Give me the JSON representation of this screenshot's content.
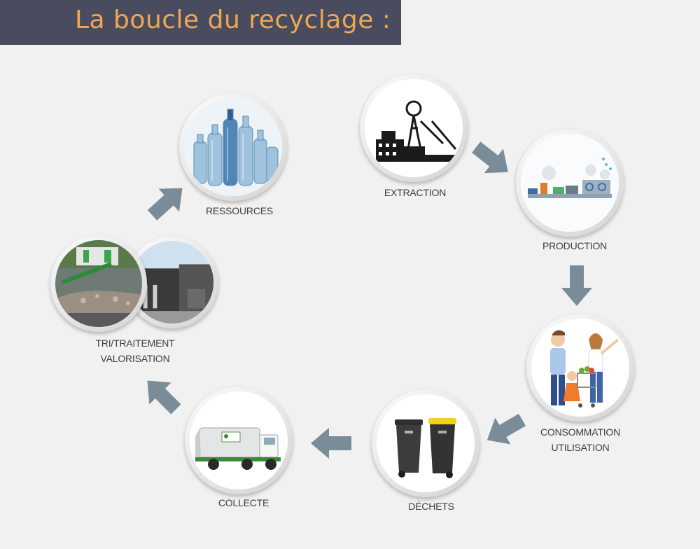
{
  "title": "La boucle du recyclage :",
  "colors": {
    "banner_bg": "#484c5e",
    "title_text": "#f0a652",
    "arrow": "#7a8c98",
    "background": "#f1f1f1"
  },
  "steps": [
    {
      "id": "ressources",
      "line1": "RESSOURCES",
      "line2": "",
      "image": "plastic-bottles"
    },
    {
      "id": "extraction",
      "line1": "EXTRACTION",
      "line2": "",
      "image": "mine-headframe"
    },
    {
      "id": "production",
      "line1": "PRODUCTION",
      "line2": "",
      "image": "factory-line"
    },
    {
      "id": "consommation",
      "line1": "CONSOMMATION",
      "line2": "UTILISATION",
      "image": "family-shopping"
    },
    {
      "id": "dechets",
      "line1": "DÉCHETS",
      "line2": "",
      "image": "waste-bins"
    },
    {
      "id": "collecte",
      "line1": "COLLECTE",
      "line2": "",
      "image": "garbage-truck"
    },
    {
      "id": "tri",
      "line1": "TRI/TRAITEMENT",
      "line2": "VALORISATION",
      "image": "sorting-plant"
    }
  ]
}
